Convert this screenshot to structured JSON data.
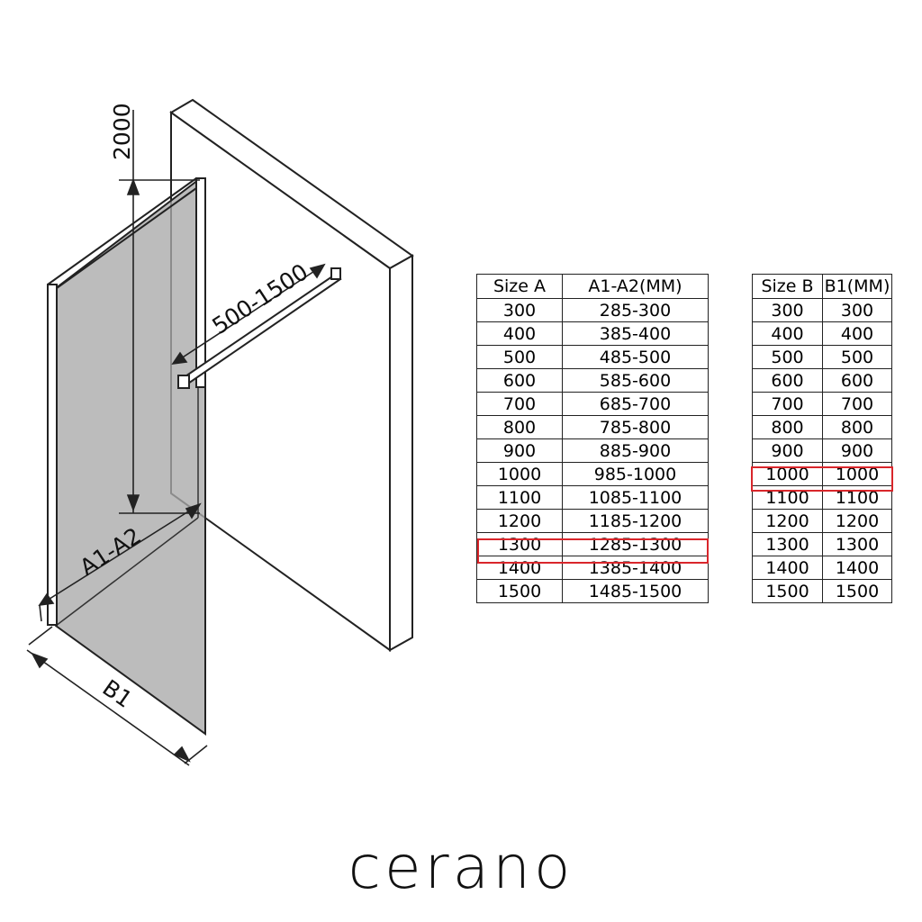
{
  "drawing": {
    "dim_height": "2000",
    "dim_arm": "500-1500",
    "dim_a": "A1-A2",
    "dim_b": "B1"
  },
  "table_a": {
    "headers": [
      "Size  A",
      "A1-A2(MM)"
    ],
    "rows": [
      [
        "300",
        "285-300"
      ],
      [
        "400",
        "385-400"
      ],
      [
        "500",
        "485-500"
      ],
      [
        "600",
        "585-600"
      ],
      [
        "700",
        "685-700"
      ],
      [
        "800",
        "785-800"
      ],
      [
        "900",
        "885-900"
      ],
      [
        "1000",
        "985-1000"
      ],
      [
        "1100",
        "1085-1100"
      ],
      [
        "1200",
        "1185-1200"
      ],
      [
        "1300",
        "1285-1300"
      ],
      [
        "1400",
        "1385-1400"
      ],
      [
        "1500",
        "1485-1500"
      ]
    ],
    "highlighted_row": "1300"
  },
  "table_b": {
    "headers": [
      "Size  B",
      "B1(MM)"
    ],
    "rows": [
      [
        "300",
        "300"
      ],
      [
        "400",
        "400"
      ],
      [
        "500",
        "500"
      ],
      [
        "600",
        "600"
      ],
      [
        "700",
        "700"
      ],
      [
        "800",
        "800"
      ],
      [
        "900",
        "900"
      ],
      [
        "1000",
        "1000"
      ],
      [
        "1100",
        "1100"
      ],
      [
        "1200",
        "1200"
      ],
      [
        "1300",
        "1300"
      ],
      [
        "1400",
        "1400"
      ],
      [
        "1500",
        "1500"
      ]
    ],
    "highlighted_row": "1000"
  },
  "brand": {
    "name": "cerano"
  },
  "colors": {
    "highlight": "#d9262b",
    "glass": "#a9a9a9",
    "line": "#222222"
  }
}
